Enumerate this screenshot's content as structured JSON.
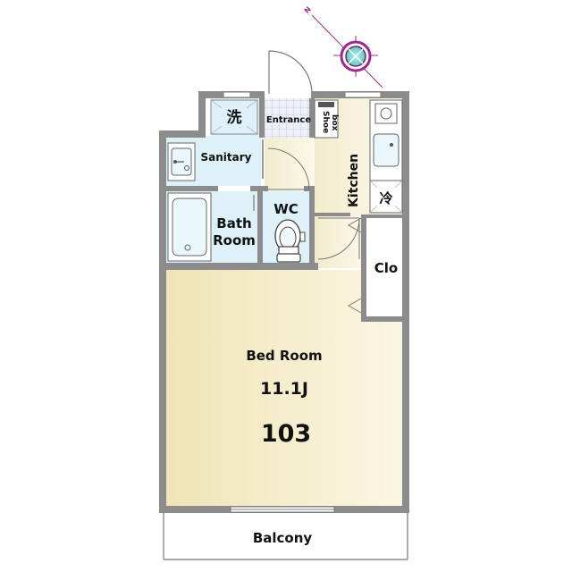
{
  "compass": {
    "north_label": "N"
  },
  "rooms": {
    "laundry": "洗",
    "entrance": "Entrance",
    "shoe_box_line1": "Shoe",
    "shoe_box_line2": "box",
    "sanitary": "Sanitary",
    "kitchen": "Kitchen",
    "fridge": "冷",
    "wc": "WC",
    "bath_line1": "Bath",
    "bath_line2": "Room",
    "closet": "Clo",
    "bedroom": "Bed Room",
    "bedroom_size": "11.1J",
    "room_number": "103",
    "balcony": "Balcony"
  },
  "colors": {
    "wall": "#8c8c8c",
    "wet_area": "#dff1f8",
    "bedroom_light": "#fbf6e3",
    "bedroom_dark": "#efe4b6",
    "kitchen_floor": "#f7f1d8",
    "compass_ring": "#9b2c8c",
    "compass_fill": "#6fd3cf"
  }
}
